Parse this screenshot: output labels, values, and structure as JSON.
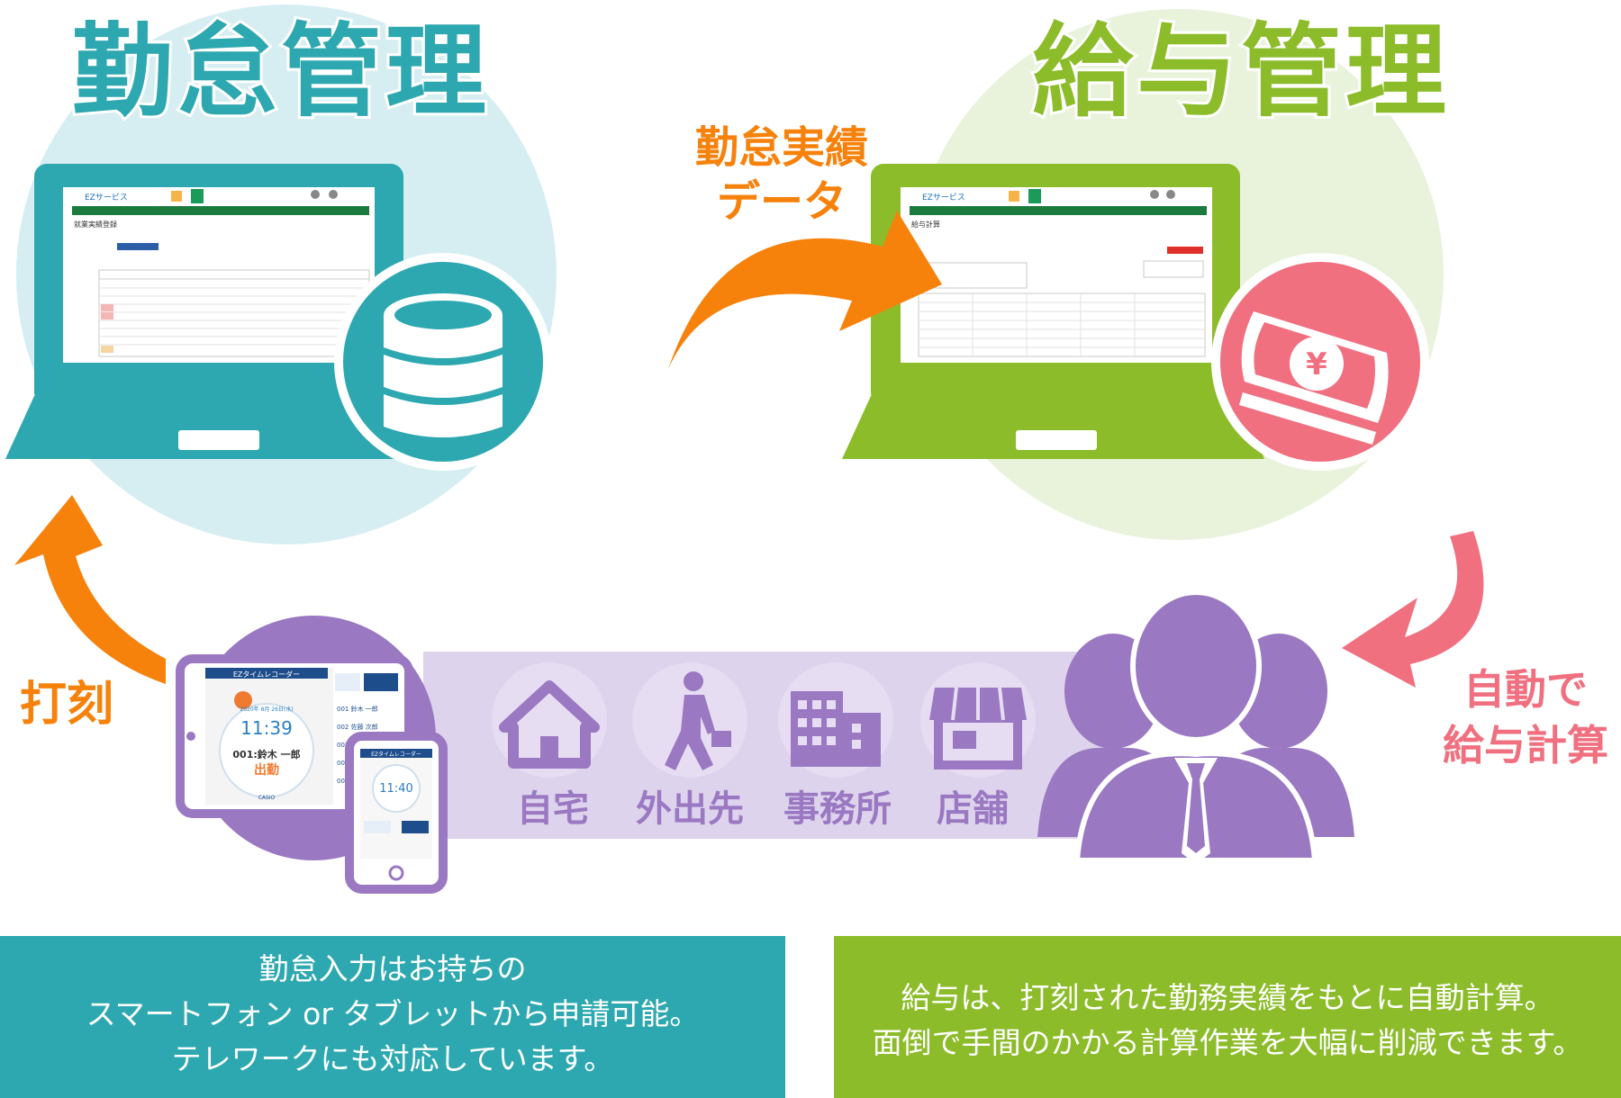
{
  "attendance": {
    "title": "勤怠管理"
  },
  "payroll": {
    "title": "給与管理"
  },
  "transfer_label": [
    "勤怠実績",
    "データ"
  ],
  "clock_label": "打刻",
  "auto_label": [
    "自動で",
    "給与計算"
  ],
  "locations": [
    "自宅",
    "外出先",
    "事務所",
    "店舗"
  ],
  "caption_left": [
    "勤怠入力はお持ちの",
    "スマートフォン or タブレットから申請可能。",
    "テレワークにも対応しています。"
  ],
  "caption_right": [
    "給与は、打刻された勤務実績をもとに自動計算。",
    "面倒で手間のかかる計算作業を大幅に削減できます。"
  ],
  "screen_app": {
    "brand": "EZサービス",
    "left_page_title": "就業実績登録",
    "right_page_title": "給与計算"
  },
  "tablet": {
    "app_title": "EZタイムレコーダー",
    "date": "2020年 8月 26日(水)",
    "time": "11:39",
    "employee": "001:鈴木 一郎",
    "action": "出勤",
    "list": [
      "001 鈴木 一郎",
      "002 佐藤 次郎",
      "003 田中 三郎",
      "004 高橋 四郎",
      "005 伊藤 五郎"
    ],
    "maker": "CASIO"
  },
  "phone": {
    "app_title": "EZタイムレコーダー",
    "time": "11:40"
  },
  "colors": {
    "teal": "#2ea8b0",
    "green": "#8cbc2a",
    "orange": "#f6820c",
    "pink": "#f07080",
    "purple": "#9a78c2",
    "light_teal": "#d6eef2",
    "light_green": "#e9f3dc",
    "light_purple": "#ddd3ec"
  }
}
